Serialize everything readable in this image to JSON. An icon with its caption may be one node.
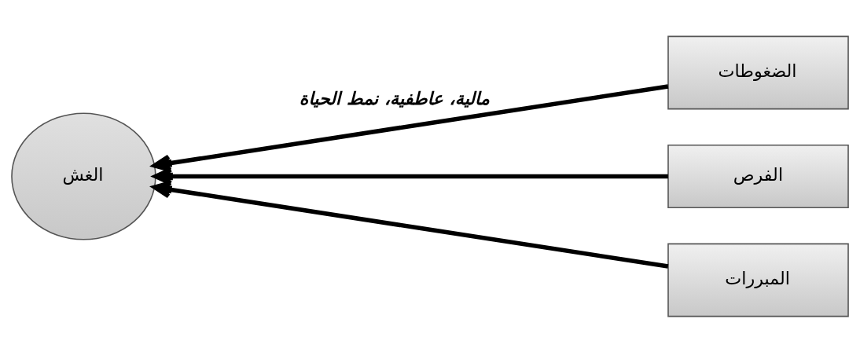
{
  "diagram": {
    "nodes": [
      {
        "text": [
          "الغش"
        ]
      },
      {
        "text": [
          "الضغوطات"
        ]
      },
      {
        "text": [
          "الفرص"
        ]
      },
      {
        "text": [
          "المبررات"
        ]
      }
    ],
    "edges": [
      {
        "from": 1,
        "to": 0,
        "arrow": "to",
        "label": "مالية، عاطفية، نمط الحياة"
      },
      {
        "from": 2,
        "to": 0,
        "arrow": "to"
      },
      {
        "from": 3,
        "to": 0,
        "arrow": "to"
      }
    ]
  }
}
